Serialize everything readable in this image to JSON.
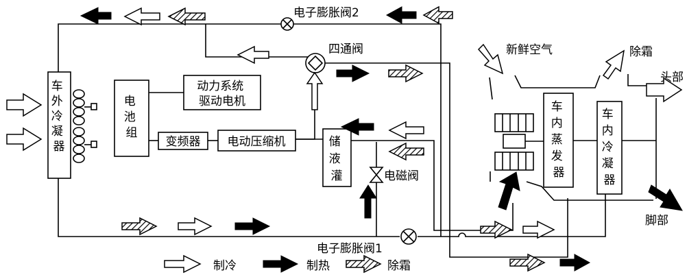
{
  "labels": {
    "valve2": "电子膨胀阀2",
    "valve1": "电子膨胀阀1",
    "four_way": "四通阀",
    "fresh_air": "新鲜空气",
    "defrost_out": "除霜",
    "head": "头部",
    "foot": "脚部",
    "outdoor_condenser": [
      "车",
      "外",
      "冷",
      "凝",
      "器"
    ],
    "battery": [
      "电",
      "池",
      "组"
    ],
    "drive_motor": [
      "动力系统",
      "驱动电机"
    ],
    "inverter": "变频器",
    "compressor": "电动压缩机",
    "receiver": [
      "储",
      "液",
      "灌"
    ],
    "solenoid": "电磁阀",
    "evaporator": [
      "车",
      "内",
      "蒸",
      "发",
      "器"
    ],
    "indoor_condenser": [
      "车",
      "内",
      "冷",
      "凝",
      "器"
    ]
  },
  "legend": {
    "cooling": "制冷",
    "heating": "制热",
    "defrost": "除霜"
  }
}
